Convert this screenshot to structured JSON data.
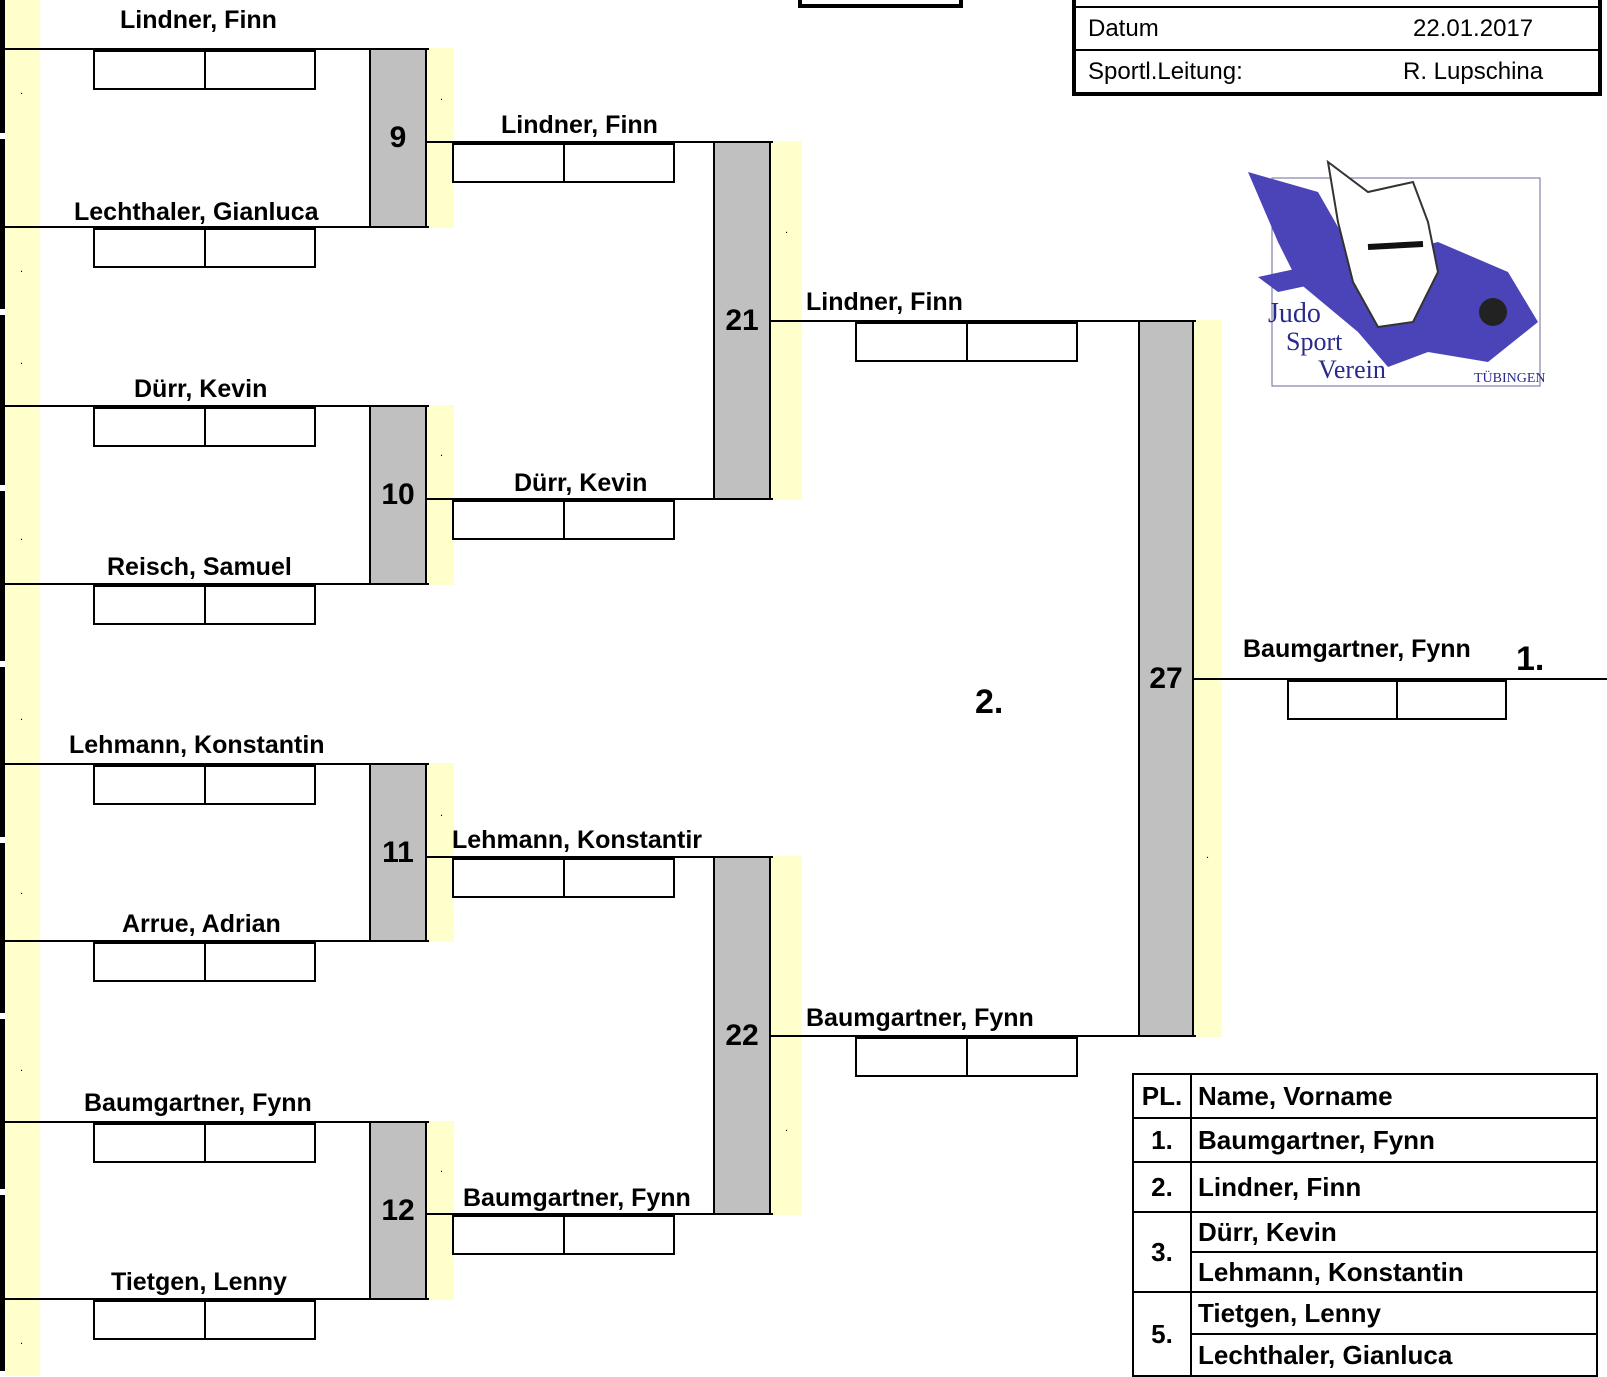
{
  "header": {
    "datum_label": "Datum",
    "datum_value": "22.01.2017",
    "leitung_label": "Sportl.Leitung:",
    "leitung_value": "R. Lupschina"
  },
  "logo": {
    "line1": "Judo",
    "line2": "Sport",
    "line3": "Verein",
    "city": "TÜBINGEN"
  },
  "round1": [
    "Lindner, Finn",
    "Lechthaler, Gianluca",
    "Dürr, Kevin",
    "Reisch, Samuel",
    "Lehmann, Konstantin",
    "Arrue, Adrian",
    "Baumgartner, Fynn",
    "Tietgen, Lenny"
  ],
  "bouts": {
    "b9": "9",
    "b10": "10",
    "b11": "11",
    "b12": "12",
    "b21": "21",
    "b22": "22",
    "b27": "27"
  },
  "round2": [
    "Lindner, Finn",
    "Dürr, Kevin",
    "Lehmann, Konstantir",
    "Baumgartner, Fynn"
  ],
  "round3": [
    "Lindner, Finn",
    "Baumgartner, Fynn"
  ],
  "winner": "Baumgartner, Fynn",
  "places": {
    "first": "1.",
    "second": "2."
  },
  "stripe_dot": ".",
  "results": {
    "header_pl": "PL.",
    "header_name": "Name, Vorname",
    "p1": "1.",
    "n1": "Baumgartner, Fynn",
    "p2": "2.",
    "n2": "Lindner, Finn",
    "p3": "3.",
    "n3a": "Dürr, Kevin",
    "n3b": "Lehmann, Konstantin",
    "p5": "5.",
    "n5a": "Tietgen, Lenny",
    "n5b": "Lechthaler, Gianluca"
  }
}
